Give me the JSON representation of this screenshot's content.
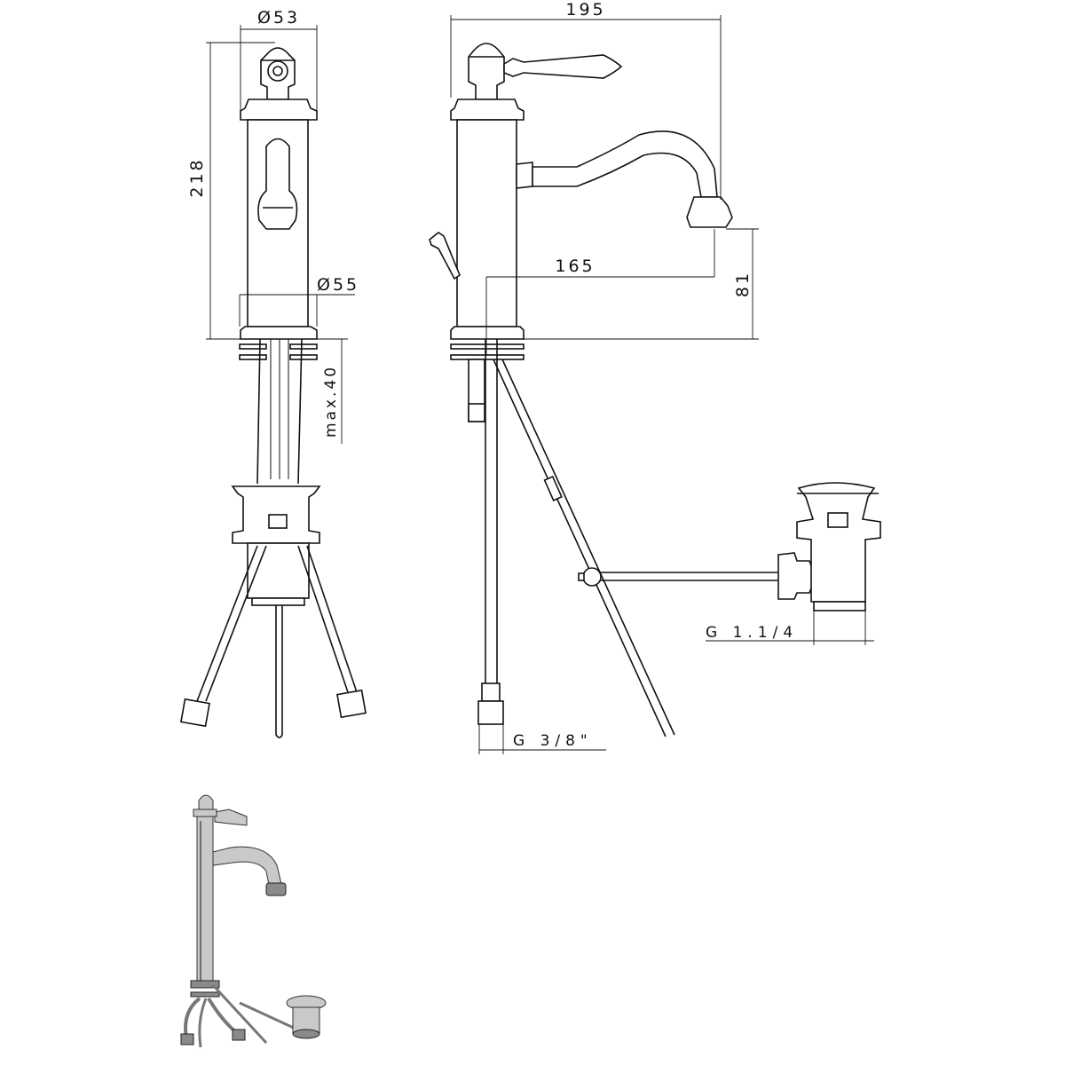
{
  "dimensions": {
    "handle_diameter": "Ø53",
    "total_height": "218",
    "base_diameter": "Ø55",
    "max_deck_thickness": "max.40",
    "total_length": "195",
    "spout_reach": "165",
    "spout_height": "81",
    "waste_thread": "G 1.1/4",
    "hose_thread": "G 3/8\""
  }
}
